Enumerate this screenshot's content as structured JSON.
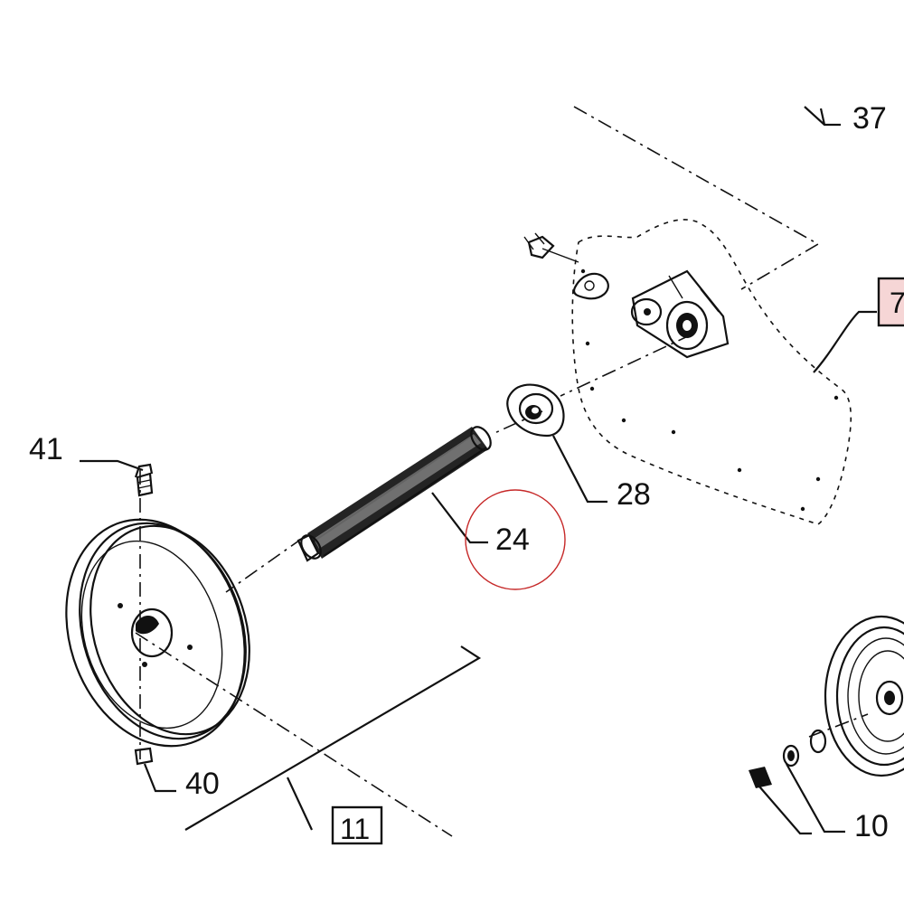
{
  "diagram": {
    "callouts": {
      "c37": "37",
      "c41": "41",
      "c28": "28",
      "c24": "24",
      "c40": "40",
      "c10": "10"
    },
    "boxed_refs": {
      "b11": "11",
      "b7": "7"
    },
    "colors": {
      "line": "#111111",
      "highlight_circle": "#c62828",
      "boxed_ref_highlight": "#f6d6d6",
      "background": "#ffffff"
    }
  }
}
